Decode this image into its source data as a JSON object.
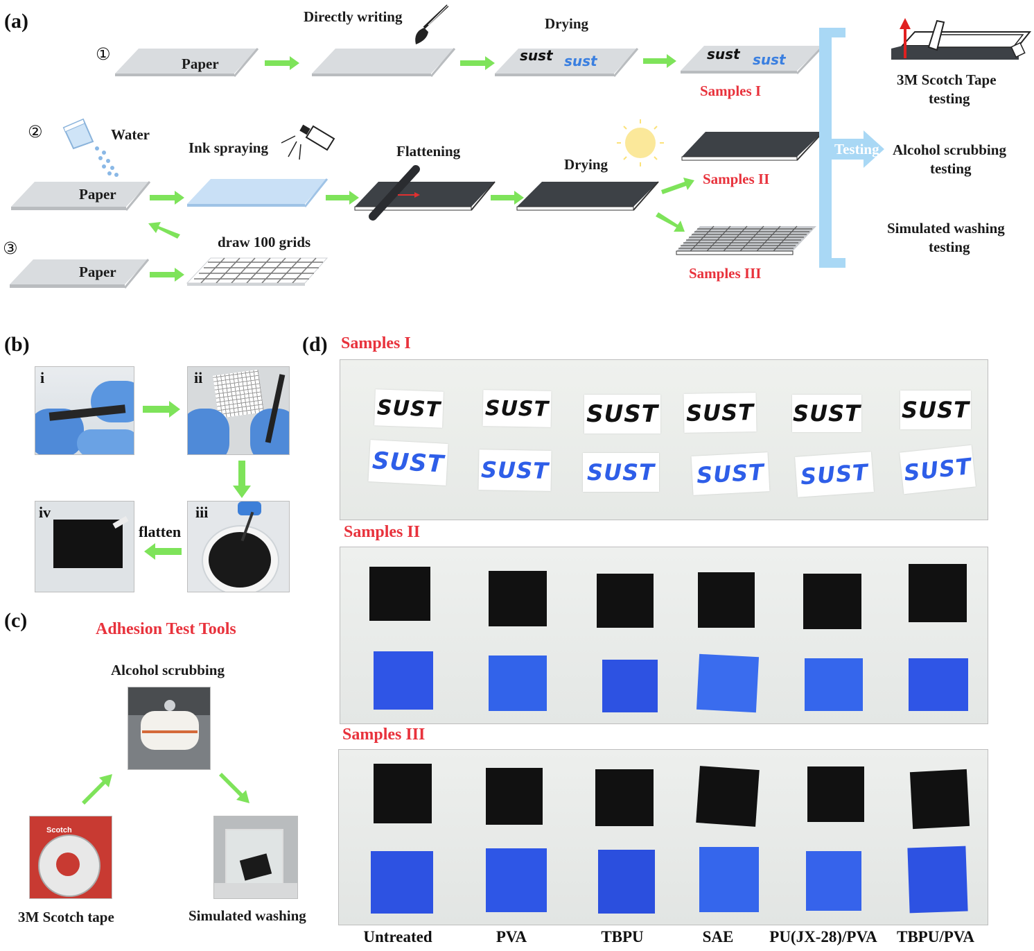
{
  "panel_a": {
    "letter": "(a)",
    "num1": "①",
    "num2": "②",
    "num3": "③",
    "paper": "Paper",
    "directly_writing": "Directly writing",
    "drying": "Drying",
    "sust_black": "sust",
    "sust_blue": "sust",
    "samples_I": "Samples I",
    "samples_II": "Samples II",
    "samples_III": "Samples III",
    "water": "Water",
    "ink_spraying": "Ink spraying",
    "flattening": "Flattening",
    "draw_grids": "draw 100 grids",
    "testing": "Testing",
    "test1_line1": "3M Scotch Tape",
    "test1_line2": "testing",
    "test2_line1": "Alcohol scrubbing",
    "test2_line2": "testing",
    "test3_line1": "Simulated washing",
    "test3_line2": "testing"
  },
  "panel_b": {
    "letter": "(b)",
    "i": "i",
    "ii": "ii",
    "iii": "iii",
    "iv": "iv",
    "flatten": "flatten"
  },
  "panel_c": {
    "letter": "(c)",
    "title": "Adhesion Test Tools",
    "alcohol": "Alcohol scrubbing",
    "scotch": "3M Scotch tape",
    "washing": "Simulated washing",
    "scotch_brand": "Scotch"
  },
  "panel_d": {
    "letter": "(d)",
    "samples_I": "Samples I",
    "samples_II": "Samples II",
    "samples_III": "Samples III",
    "sust_text": "SUST",
    "columns": [
      "Untreated",
      "PVA",
      "TBPU",
      "SAE",
      "PU(JX-28)/PVA",
      "TBPU/PVA"
    ]
  },
  "colors": {
    "arrow_green": "#7ee35a",
    "red_label": "#e8323c",
    "testing_blue": "#a9d8f5",
    "ink_black": "#111111",
    "ink_blue": "#2e5ee8"
  }
}
